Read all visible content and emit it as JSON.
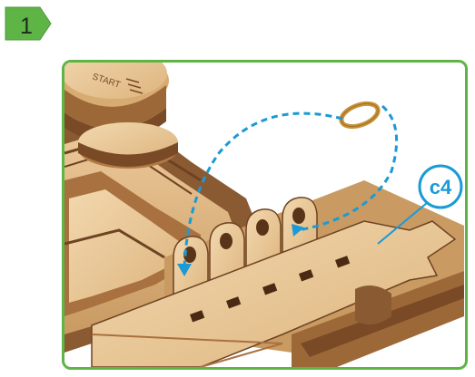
{
  "step": {
    "number": "1",
    "badge_color": "#5fb446"
  },
  "illustration": {
    "frame_color": "#5fb446",
    "callout": {
      "label": "c4",
      "color": "#1a9ad6"
    },
    "rubber_band_color": "#c8923a",
    "arrow_color": "#1a9ad6",
    "engraving": "START",
    "wood_color": "#e9c99a",
    "wood_dark_color": "#7a4a26"
  }
}
